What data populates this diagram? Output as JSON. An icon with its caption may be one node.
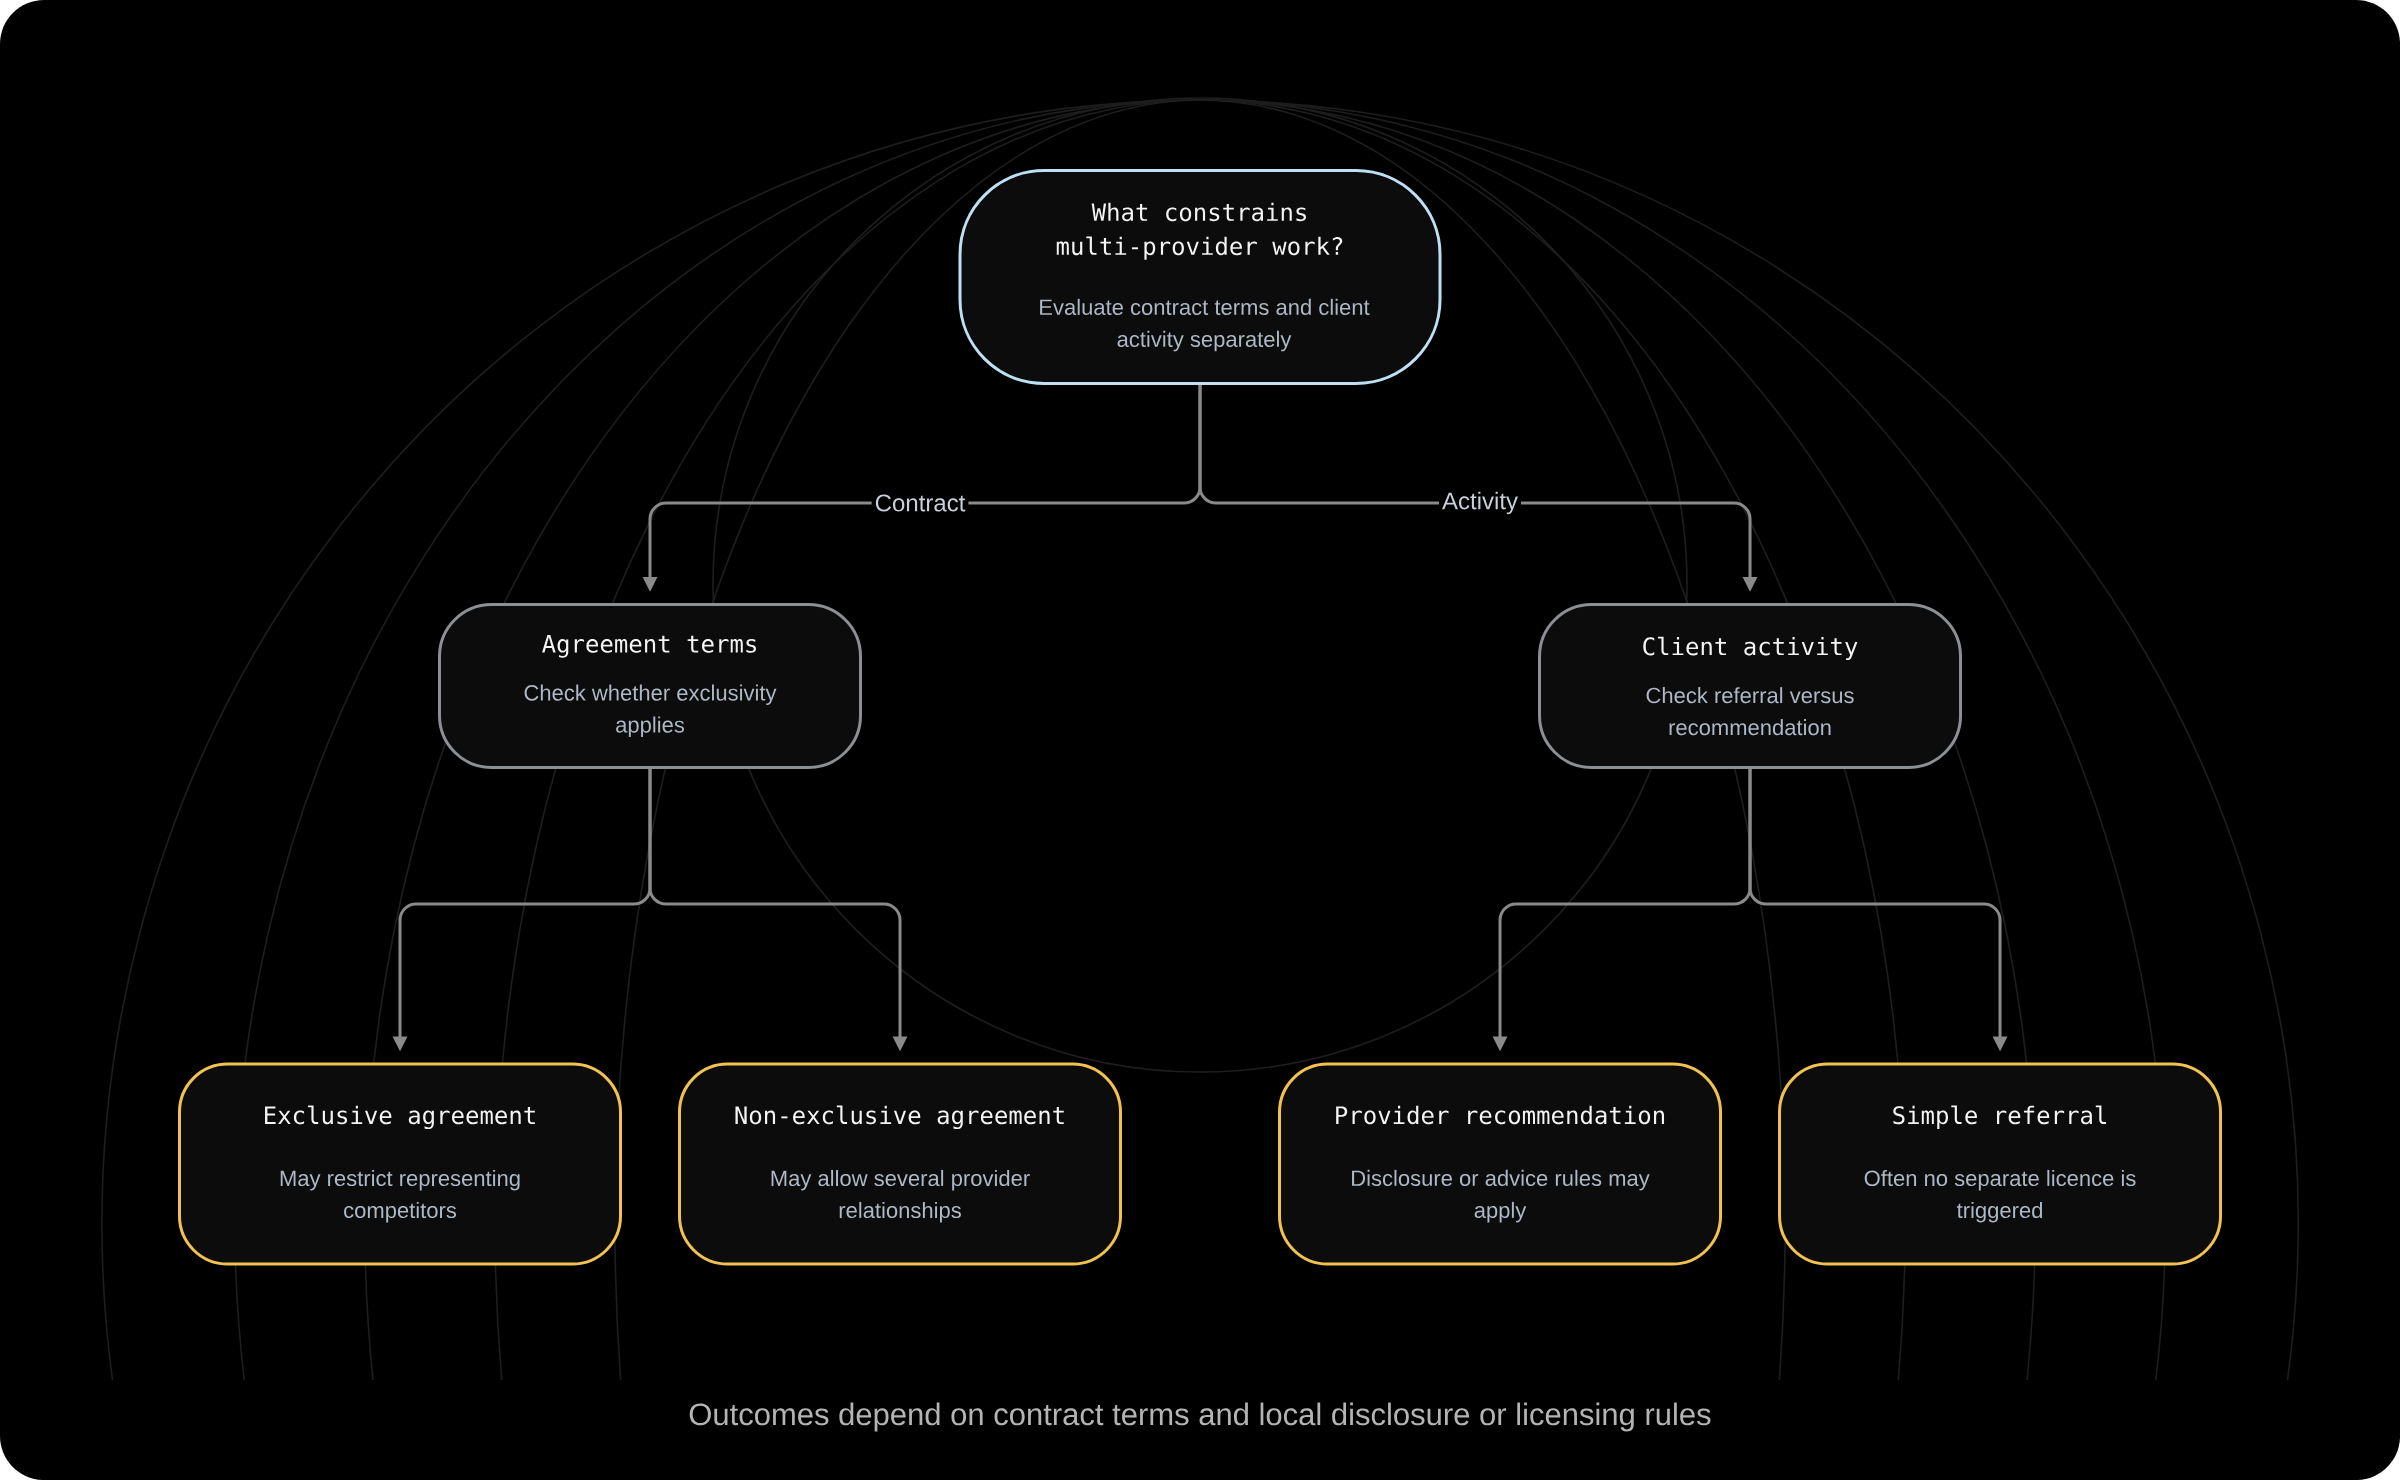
{
  "diagram": {
    "nodes": [
      {
        "text": [
          "What constrains multi-provider work?",
          "Evaluate contract terms and client activity separately"
        ]
      },
      {
        "text": [
          "Agreement terms",
          "Check whether exclusivity applies"
        ]
      },
      {
        "text": [
          "Client activity",
          "Check referral versus recommendation"
        ]
      },
      {
        "text": [
          "Exclusive agreement",
          "May restrict representing competitors"
        ]
      },
      {
        "text": [
          "Non-exclusive agreement",
          "May allow several provider relationships"
        ]
      },
      {
        "text": [
          "Provider recommendation",
          "Disclosure or advice rules may apply"
        ]
      },
      {
        "text": [
          "Simple referral",
          "Often no separate licence is triggered"
        ]
      }
    ],
    "edges": [
      {
        "from": 0,
        "to": 1,
        "arrow": "to",
        "label": "Contract"
      },
      {
        "from": 0,
        "to": 2,
        "arrow": "to",
        "label": "Activity"
      },
      {
        "from": 1,
        "to": 3,
        "arrow": "to"
      },
      {
        "from": 1,
        "to": 4,
        "arrow": "to"
      },
      {
        "from": 2,
        "to": 5,
        "arrow": "to"
      },
      {
        "from": 2,
        "to": 6,
        "arrow": "to"
      }
    ],
    "caption": "Outcomes depend on contract terms and local disclosure or licensing rules"
  }
}
